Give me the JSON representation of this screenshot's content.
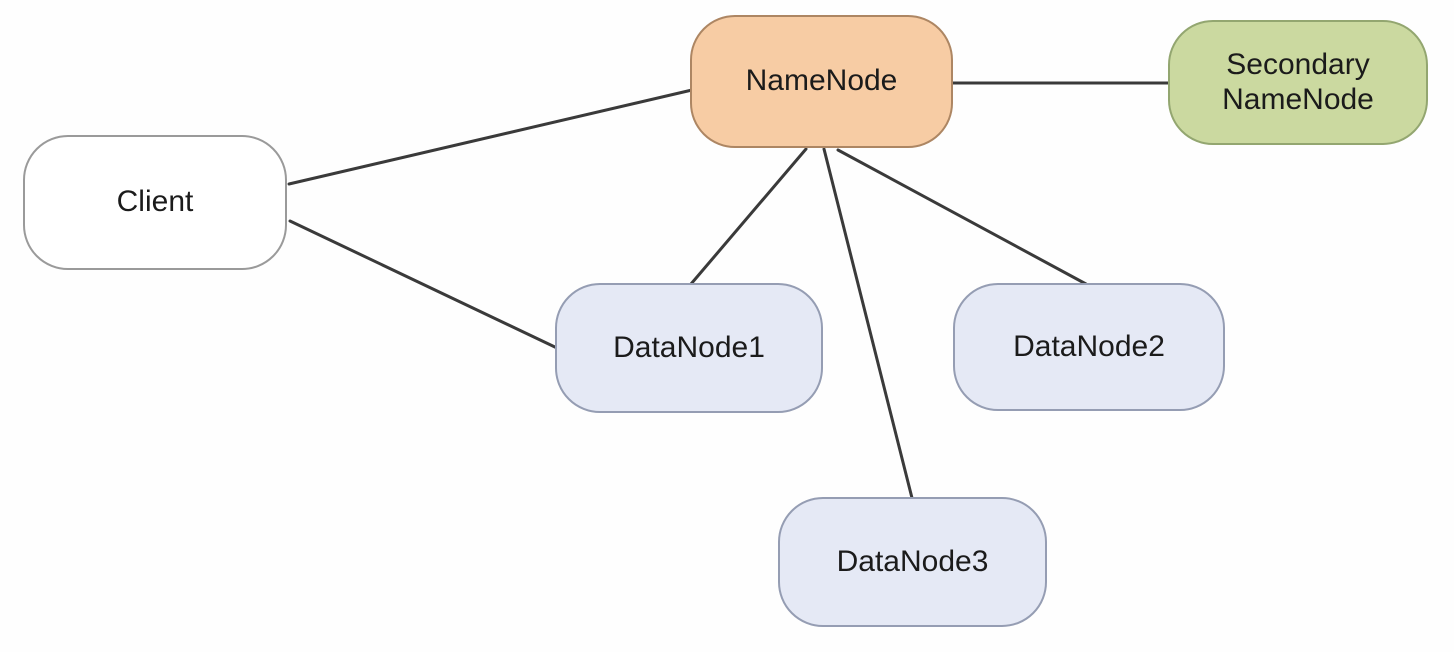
{
  "diagram": {
    "type": "node-link-diagram",
    "edge_color": "#3a3a3a",
    "text_color": "#1b1b1b",
    "nodes": [
      {
        "id": "client",
        "label": "Client",
        "fill": "#ffffff",
        "stroke": "#9a9a9a"
      },
      {
        "id": "namenode",
        "label": "NameNode",
        "fill": "#f7cca4",
        "stroke": "#ad8663"
      },
      {
        "id": "secondary-namenode",
        "label": "Secondary NameNode",
        "fill": "#cbd9a0",
        "stroke": "#93a670"
      },
      {
        "id": "datanode1",
        "label": "DataNode1",
        "fill": "#e5e9f5",
        "stroke": "#959db3"
      },
      {
        "id": "datanode2",
        "label": "DataNode2",
        "fill": "#e5e9f5",
        "stroke": "#959db3"
      },
      {
        "id": "datanode3",
        "label": "DataNode3",
        "fill": "#e5e9f5",
        "stroke": "#959db3"
      }
    ],
    "edges": [
      {
        "from": "Client",
        "to": "NameNode"
      },
      {
        "from": "Client",
        "to": "DataNode1"
      },
      {
        "from": "NameNode",
        "to": "Secondary NameNode"
      },
      {
        "from": "NameNode",
        "to": "DataNode1"
      },
      {
        "from": "NameNode",
        "to": "DataNode2"
      },
      {
        "from": "NameNode",
        "to": "DataNode3"
      }
    ]
  }
}
